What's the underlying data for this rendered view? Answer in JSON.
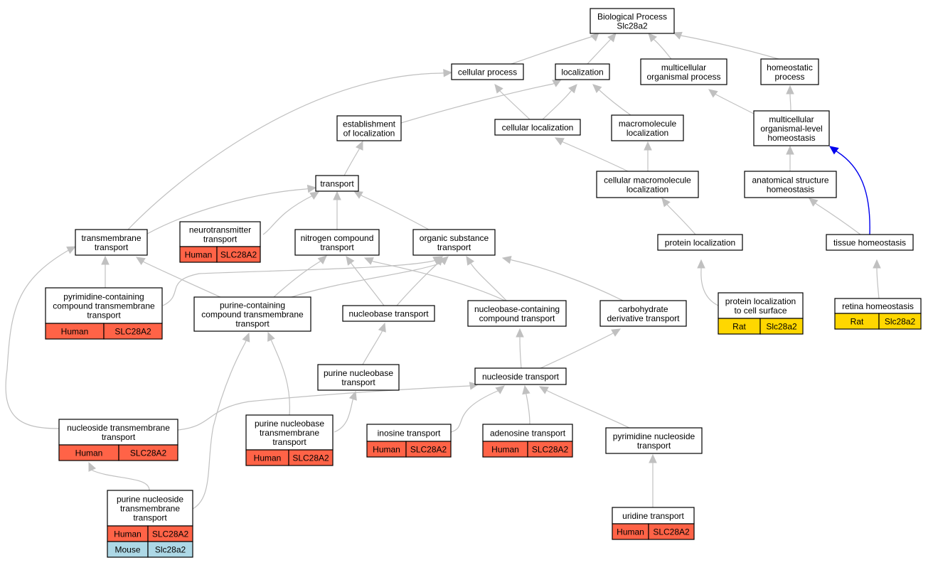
{
  "colors": {
    "Human": "#ff6347",
    "Rat": "#ffd700",
    "Mouse": "#add8e6",
    "edge": "#c0c0c0",
    "highlight_edge": "#0000ee"
  },
  "nodes": [
    {
      "id": "biological_process",
      "lines": [
        "Biological Process",
        "Slc28a2"
      ]
    },
    {
      "id": "cellular_process",
      "lines": [
        "cellular process"
      ]
    },
    {
      "id": "localization",
      "lines": [
        "localization"
      ]
    },
    {
      "id": "multicellular_organismal_process",
      "lines": [
        "multicellular",
        "organismal process"
      ]
    },
    {
      "id": "homeostatic_process",
      "lines": [
        "homeostatic",
        "process"
      ]
    },
    {
      "id": "establishment_of_localization",
      "lines": [
        "establishment",
        "of localization"
      ]
    },
    {
      "id": "cellular_localization",
      "lines": [
        "cellular localization"
      ]
    },
    {
      "id": "macromolecule_localization",
      "lines": [
        "macromolecule",
        "localization"
      ]
    },
    {
      "id": "multicellular_organismal_level_homeostasis",
      "lines": [
        "multicellular",
        "organismal-level",
        "homeostasis"
      ]
    },
    {
      "id": "transport",
      "lines": [
        "transport"
      ]
    },
    {
      "id": "cellular_macromolecule_localization",
      "lines": [
        "cellular macromolecule",
        "localization"
      ]
    },
    {
      "id": "anatomical_structure_homeostasis",
      "lines": [
        "anatomical structure",
        "homeostasis"
      ]
    },
    {
      "id": "transmembrane_transport",
      "lines": [
        "transmembrane",
        "transport"
      ]
    },
    {
      "id": "neurotransmitter_transport",
      "lines": [
        "neurotransmitter",
        "transport"
      ],
      "annotations": [
        {
          "species": "Human",
          "gene": "SLC28A2"
        }
      ]
    },
    {
      "id": "nitrogen_compound_transport",
      "lines": [
        "nitrogen compound",
        "transport"
      ]
    },
    {
      "id": "organic_substance_transport",
      "lines": [
        "organic substance",
        "transport"
      ]
    },
    {
      "id": "protein_localization",
      "lines": [
        "protein localization"
      ]
    },
    {
      "id": "tissue_homeostasis",
      "lines": [
        "tissue homeostasis"
      ]
    },
    {
      "id": "pyrimidine_containing_compound_transmembrane_transport",
      "lines": [
        "pyrimidine-containing",
        "compound transmembrane",
        "transport"
      ],
      "annotations": [
        {
          "species": "Human",
          "gene": "SLC28A2"
        }
      ]
    },
    {
      "id": "purine_containing_compound_transmembrane_transport",
      "lines": [
        "purine-containing",
        "compound transmembrane",
        "transport"
      ]
    },
    {
      "id": "nucleobase_transport",
      "lines": [
        "nucleobase transport"
      ]
    },
    {
      "id": "nucleobase_containing_compound_transport",
      "lines": [
        "nucleobase-containing",
        "compound transport"
      ]
    },
    {
      "id": "carbohydrate_derivative_transport",
      "lines": [
        "carbohydrate",
        "derivative transport"
      ]
    },
    {
      "id": "protein_localization_to_cell_surface",
      "lines": [
        "protein localization",
        "to cell surface"
      ],
      "annotations": [
        {
          "species": "Rat",
          "gene": "Slc28a2"
        }
      ]
    },
    {
      "id": "retina_homeostasis",
      "lines": [
        "retina homeostasis"
      ],
      "annotations": [
        {
          "species": "Rat",
          "gene": "Slc28a2"
        }
      ]
    },
    {
      "id": "purine_nucleobase_transport",
      "lines": [
        "purine nucleobase",
        "transport"
      ]
    },
    {
      "id": "nucleoside_transport",
      "lines": [
        "nucleoside transport"
      ]
    },
    {
      "id": "nucleoside_transmembrane_transport",
      "lines": [
        "nucleoside transmembrane",
        "transport"
      ],
      "annotations": [
        {
          "species": "Human",
          "gene": "SLC28A2"
        }
      ]
    },
    {
      "id": "purine_nucleobase_transmembrane_transport",
      "lines": [
        "purine nucleobase",
        "transmembrane",
        "transport"
      ],
      "annotations": [
        {
          "species": "Human",
          "gene": "SLC28A2"
        }
      ]
    },
    {
      "id": "inosine_transport",
      "lines": [
        "inosine transport"
      ],
      "annotations": [
        {
          "species": "Human",
          "gene": "SLC28A2"
        }
      ]
    },
    {
      "id": "adenosine_transport",
      "lines": [
        "adenosine transport"
      ],
      "annotations": [
        {
          "species": "Human",
          "gene": "SLC28A2"
        }
      ]
    },
    {
      "id": "pyrimidine_nucleoside_transport",
      "lines": [
        "pyrimidine nucleoside",
        "transport"
      ]
    },
    {
      "id": "purine_nucleoside_transmembrane_transport",
      "lines": [
        "purine nucleoside",
        "transmembrane",
        "transport"
      ],
      "annotations": [
        {
          "species": "Human",
          "gene": "SLC28A2"
        },
        {
          "species": "Mouse",
          "gene": "Slc28a2"
        }
      ]
    },
    {
      "id": "uridine_transport",
      "lines": [
        "uridine transport"
      ],
      "annotations": [
        {
          "species": "Human",
          "gene": "SLC28A2"
        }
      ]
    }
  ],
  "edges": [
    {
      "from": "cellular_process",
      "to": "biological_process"
    },
    {
      "from": "localization",
      "to": "biological_process"
    },
    {
      "from": "multicellular_organismal_process",
      "to": "biological_process"
    },
    {
      "from": "homeostatic_process",
      "to": "biological_process"
    },
    {
      "from": "establishment_of_localization",
      "to": "localization"
    },
    {
      "from": "cellular_localization",
      "to": "cellular_process"
    },
    {
      "from": "cellular_localization",
      "to": "localization"
    },
    {
      "from": "macromolecule_localization",
      "to": "localization"
    },
    {
      "from": "multicellular_organismal_level_homeostasis",
      "to": "multicellular_organismal_process"
    },
    {
      "from": "multicellular_organismal_level_homeostasis",
      "to": "homeostatic_process"
    },
    {
      "from": "transport",
      "to": "establishment_of_localization"
    },
    {
      "from": "cellular_macromolecule_localization",
      "to": "cellular_localization"
    },
    {
      "from": "cellular_macromolecule_localization",
      "to": "macromolecule_localization"
    },
    {
      "from": "anatomical_structure_homeostasis",
      "to": "multicellular_organismal_level_homeostasis"
    },
    {
      "from": "transmembrane_transport",
      "to": "cellular_process"
    },
    {
      "from": "transmembrane_transport",
      "to": "transport"
    },
    {
      "from": "neurotransmitter_transport",
      "to": "transport"
    },
    {
      "from": "nitrogen_compound_transport",
      "to": "transport"
    },
    {
      "from": "organic_substance_transport",
      "to": "transport"
    },
    {
      "from": "protein_localization",
      "to": "cellular_macromolecule_localization"
    },
    {
      "from": "tissue_homeostasis",
      "to": "anatomical_structure_homeostasis"
    },
    {
      "from": "tissue_homeostasis",
      "to": "multicellular_organismal_level_homeostasis",
      "highlight": true
    },
    {
      "from": "pyrimidine_containing_compound_transmembrane_transport",
      "to": "transmembrane_transport"
    },
    {
      "from": "pyrimidine_containing_compound_transmembrane_transport",
      "to": "organic_substance_transport"
    },
    {
      "from": "purine_containing_compound_transmembrane_transport",
      "to": "transmembrane_transport"
    },
    {
      "from": "purine_containing_compound_transmembrane_transport",
      "to": "nitrogen_compound_transport"
    },
    {
      "from": "purine_containing_compound_transmembrane_transport",
      "to": "organic_substance_transport"
    },
    {
      "from": "nucleobase_transport",
      "to": "nitrogen_compound_transport"
    },
    {
      "from": "nucleobase_transport",
      "to": "organic_substance_transport"
    },
    {
      "from": "nucleobase_containing_compound_transport",
      "to": "nitrogen_compound_transport"
    },
    {
      "from": "nucleobase_containing_compound_transport",
      "to": "organic_substance_transport"
    },
    {
      "from": "carbohydrate_derivative_transport",
      "to": "organic_substance_transport"
    },
    {
      "from": "protein_localization_to_cell_surface",
      "to": "protein_localization"
    },
    {
      "from": "retina_homeostasis",
      "to": "tissue_homeostasis"
    },
    {
      "from": "purine_nucleobase_transport",
      "to": "nucleobase_transport"
    },
    {
      "from": "nucleoside_transport",
      "to": "nucleobase_containing_compound_transport"
    },
    {
      "from": "nucleoside_transport",
      "to": "carbohydrate_derivative_transport"
    },
    {
      "from": "nucleoside_transmembrane_transport",
      "to": "transmembrane_transport"
    },
    {
      "from": "nucleoside_transmembrane_transport",
      "to": "nucleoside_transport"
    },
    {
      "from": "purine_nucleobase_transmembrane_transport",
      "to": "purine_containing_compound_transmembrane_transport"
    },
    {
      "from": "purine_nucleobase_transmembrane_transport",
      "to": "purine_nucleobase_transport"
    },
    {
      "from": "inosine_transport",
      "to": "nucleoside_transport"
    },
    {
      "from": "adenosine_transport",
      "to": "nucleoside_transport"
    },
    {
      "from": "pyrimidine_nucleoside_transport",
      "to": "nucleoside_transport"
    },
    {
      "from": "purine_nucleoside_transmembrane_transport",
      "to": "nucleoside_transmembrane_transport"
    },
    {
      "from": "purine_nucleoside_transmembrane_transport",
      "to": "purine_containing_compound_transmembrane_transport"
    },
    {
      "from": "uridine_transport",
      "to": "pyrimidine_nucleoside_transport"
    }
  ]
}
